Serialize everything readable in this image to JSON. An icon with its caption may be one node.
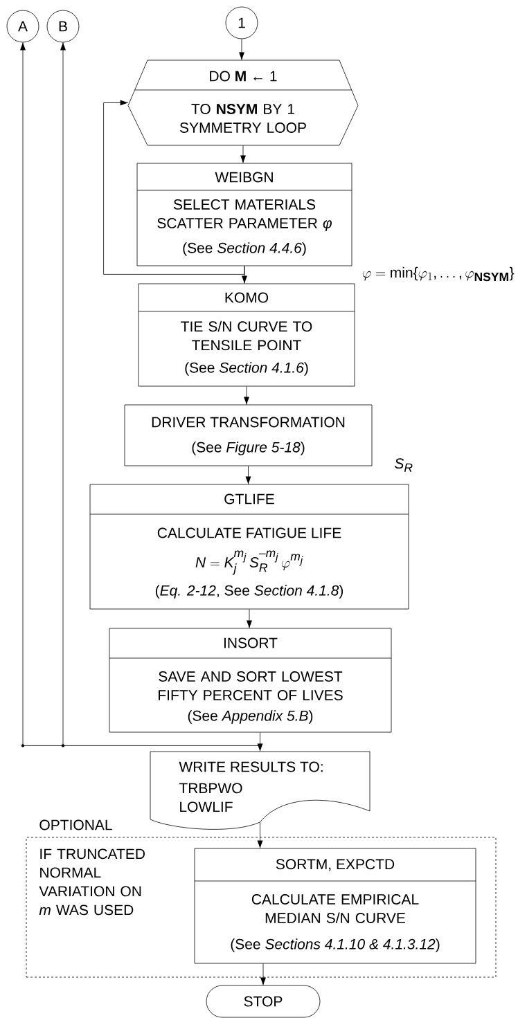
{
  "diagram": {
    "nodes": [
      {
        "text": [
          "A"
        ]
      },
      {
        "text": [
          "B"
        ]
      },
      {
        "text": [
          "1"
        ]
      },
      {
        "text": [
          "DO **M** ← 1",
          "TO **NSYM** BY 1 SYMMETRY LOOP"
        ]
      },
      {
        "text": [
          "WEIBGN",
          "SELECT MATERIALS SCATTER PARAMETER *φ*",
          "(See *Section 4.4.6*)"
        ]
      },
      {
        "text": [
          "KOMO",
          "TIE S/N CURVE TO TENSILE POINT",
          "(See *Section 4.1.6*)"
        ]
      },
      {
        "text": [
          "DRIVER TRANSFORMATION",
          "(See *Figure 5-18*)"
        ]
      },
      {
        "text": [
          "GTLIFE",
          "CALCULATE FATIGUE LIFE",
          "N = K_j^{m_j}\\,S_R^{-m_j}\\,\\varphi^{m_j}",
          "(*Eq. 2-12*, See *Section 4.1.8*)"
        ]
      },
      {
        "text": [
          "INSORT",
          "SAVE AND SORT LOWEST FIFTY PERCENT OF LIVES",
          "(See *Appendix 5.B*)"
        ]
      },
      {
        "text": [
          "WRITE RESULTS TO:",
          "TRBPWO LOWLIF"
        ]
      },
      {
        "text": [
          "OPTIONAL",
          "IF TRUNCATED NORMAL VARIATION ON *m* WAS USED"
        ]
      },
      {
        "text": [
          "SORTM, EXPCTD",
          "CALCULATE EMPIRICAL MEDIAN S/N CURVE",
          "(See *Sections 4.1.10 & 4.1.3.12*)"
        ],
        "in": 10
      },
      {
        "text": [
          "STOP"
        ]
      }
    ],
    "edges": [
      {
        "from": 2,
        "to": 3,
        "arrow": "to"
      },
      {
        "from": 3,
        "to": 4,
        "arrow": "to"
      },
      {
        "from": 4,
        "to": 3,
        "arrow": "to"
      },
      {
        "from": 4,
        "to": 5,
        "arrow": "to"
      },
      {
        "from": 5,
        "to": 6,
        "arrow": "to"
      },
      {
        "from": 6,
        "to": 7,
        "arrow": "to"
      },
      {
        "from": 7,
        "to": 8,
        "arrow": "to"
      },
      {
        "from": 8,
        "to": 9,
        "arrow": "to"
      },
      {
        "from": 8,
        "to": 0,
        "arrow": "to"
      },
      {
        "from": 8,
        "to": 1,
        "arrow": "to"
      },
      {
        "from": 9,
        "to": 11,
        "arrow": "to"
      },
      {
        "from": 11,
        "to": 12,
        "arrow": "to"
      }
    ],
    "labels": [
      "\\varphi = \\min\\{\\varphi_1,\\ldots,\\varphi_{\\mathbf{NSYM}}\\}",
      "S_R"
    ]
  }
}
